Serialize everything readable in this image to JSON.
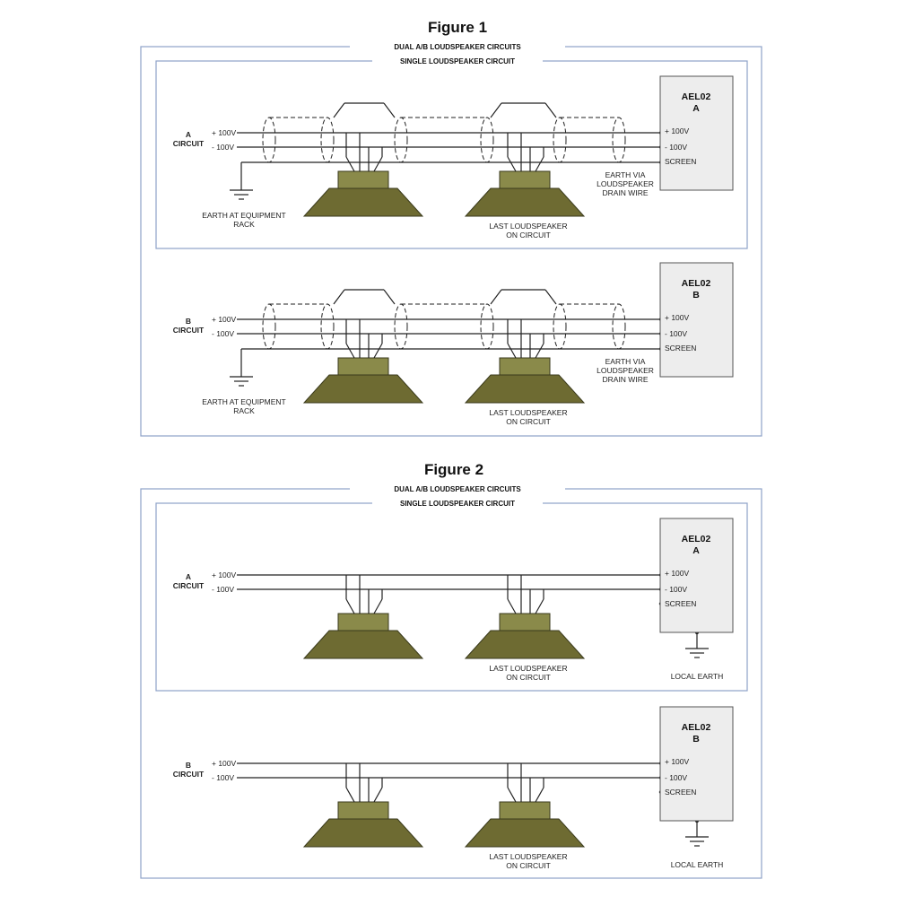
{
  "figures": [
    {
      "title": "Figure 1",
      "outer_label": "DUAL A/B LOUDSPEAKER CIRCUITS",
      "inner_label": "SINGLE LOUDSPEAKER CIRCUIT",
      "panels": [
        {
          "circuit_letter": "A",
          "circuit_word": "CIRCUIT",
          "plus_label": "+ 100V",
          "minus_label": "- 100V",
          "box_title": "AEL02",
          "box_letter": "A",
          "box_plus": "+ 100V",
          "box_minus": "- 100V",
          "box_screen": "SCREEN",
          "earth_label_1": "EARTH AT EQUIPMENT",
          "earth_label_2": "RACK",
          "last_label_1": "LAST LOUDSPEAKER",
          "last_label_2": "ON CIRCUIT",
          "drain_label_1": "EARTH VIA",
          "drain_label_2": "LOUDSPEAKER",
          "drain_label_3": "DRAIN WIRE"
        },
        {
          "circuit_letter": "B",
          "circuit_word": "CIRCUIT",
          "plus_label": "+ 100V",
          "minus_label": "- 100V",
          "box_title": "AEL02",
          "box_letter": "B",
          "box_plus": "+ 100V",
          "box_minus": "- 100V",
          "box_screen": "SCREEN",
          "earth_label_1": "EARTH AT EQUIPMENT",
          "earth_label_2": "RACK",
          "last_label_1": "LAST LOUDSPEAKER",
          "last_label_2": "ON CIRCUIT",
          "drain_label_1": "EARTH VIA",
          "drain_label_2": "LOUDSPEAKER",
          "drain_label_3": "DRAIN WIRE"
        }
      ]
    },
    {
      "title": "Figure 2",
      "outer_label": "DUAL A/B LOUDSPEAKER CIRCUITS",
      "inner_label": "SINGLE LOUDSPEAKER CIRCUIT",
      "panels": [
        {
          "circuit_letter": "A",
          "circuit_word": "CIRCUIT",
          "plus_label": "+ 100V",
          "minus_label": "- 100V",
          "box_title": "AEL02",
          "box_letter": "A",
          "box_plus": "+ 100V",
          "box_minus": "- 100V",
          "box_screen": "SCREEN",
          "last_label_1": "LAST LOUDSPEAKER",
          "last_label_2": "ON CIRCUIT",
          "local_earth_label": "LOCAL EARTH"
        },
        {
          "circuit_letter": "B",
          "circuit_word": "CIRCUIT",
          "plus_label": "+ 100V",
          "minus_label": "- 100V",
          "box_title": "AEL02",
          "box_letter": "B",
          "box_plus": "+ 100V",
          "box_minus": "- 100V",
          "box_screen": "SCREEN",
          "last_label_1": "LAST LOUDSPEAKER",
          "last_label_2": "ON CIRCUIT",
          "local_earth_label": "LOCAL EARTH"
        }
      ]
    }
  ],
  "colors": {
    "frame": "#8ea2c8",
    "speaker_magnet": "#8a8a4a",
    "speaker_cone": "#6e6b32",
    "speaker_outline": "#3a3a1c",
    "box_fill": "#ededed",
    "wire": "#222222"
  }
}
